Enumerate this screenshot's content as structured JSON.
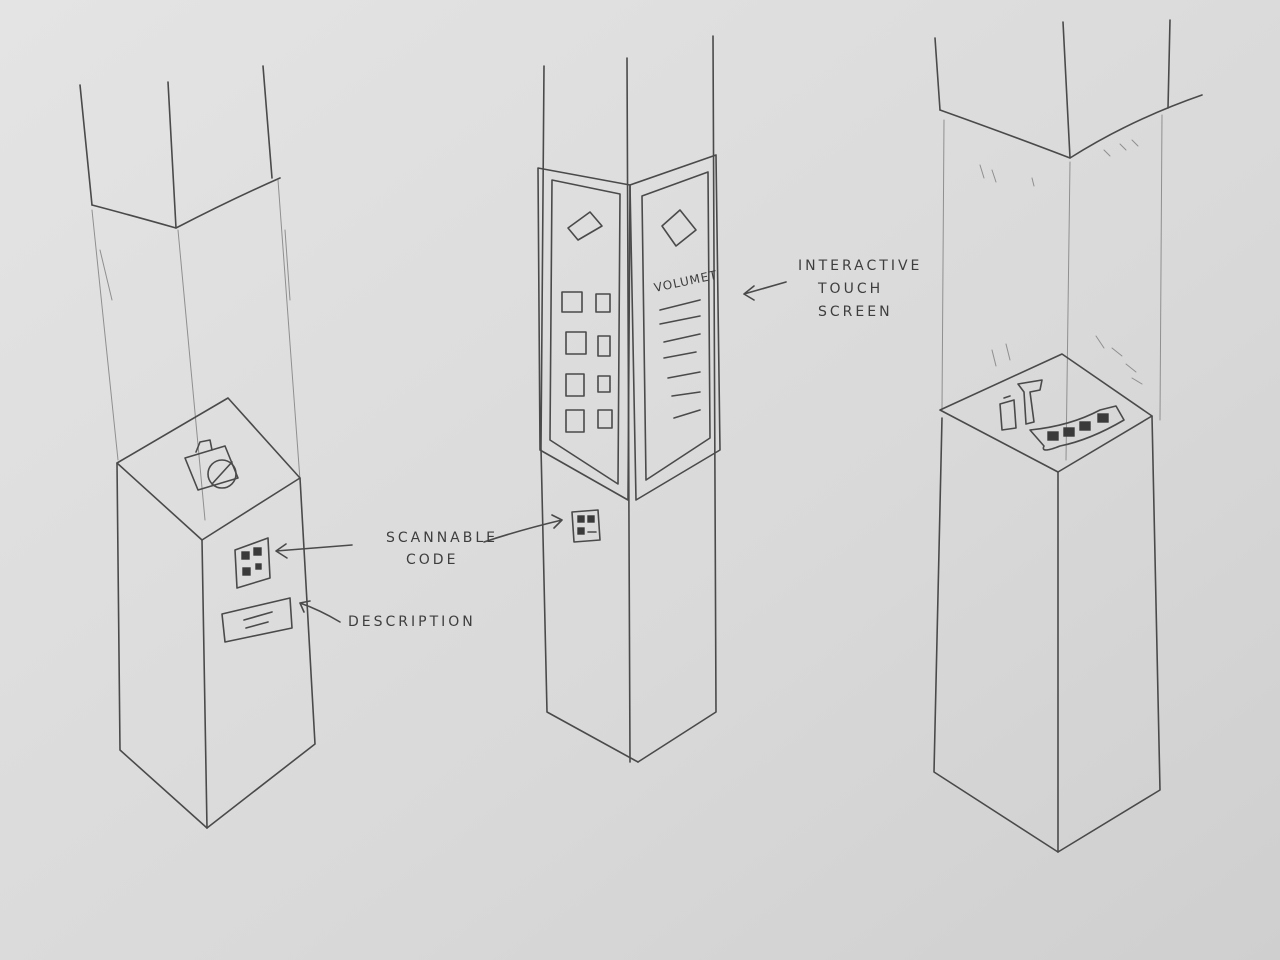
{
  "labels": {
    "interactive_touch_screen": [
      "INTERACTIVE",
      "TOUCH",
      "SCREEN"
    ],
    "scannable_code": [
      "SCANNABLE",
      "CODE"
    ],
    "description": "DESCRIPTION",
    "screen_text": "VOLUMET"
  },
  "colors": {
    "paper": "#dcdcdc",
    "pencil": "#4a4a4a"
  },
  "icons": [
    "camera-icon",
    "qr-code-icon",
    "diamond-logo-icon",
    "film-strip-icon",
    "bottle-icon",
    "phone-icon"
  ]
}
